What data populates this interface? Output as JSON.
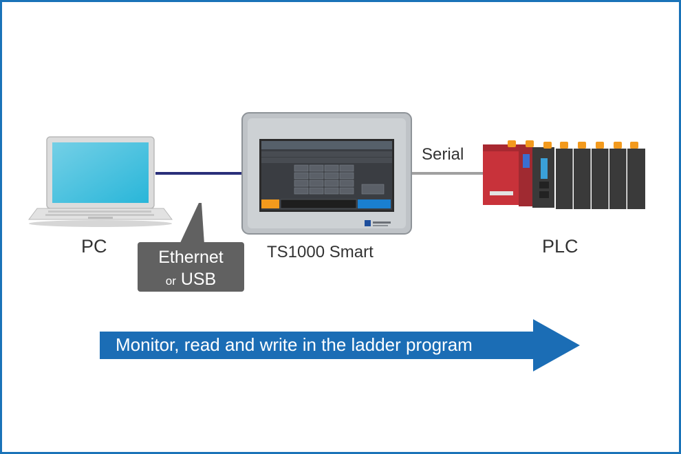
{
  "diagram": {
    "devices": {
      "pc_label": "PC",
      "hmi_label": "TS1000 Smart",
      "plc_label": "PLC"
    },
    "connections": {
      "pc_to_hmi": {
        "bubble_line1": "Ethernet",
        "bubble_or": "or",
        "bubble_line2": "USB"
      },
      "hmi_to_plc": {
        "label": "Serial"
      }
    },
    "arrow_caption": "Monitor, read and write in the ladder program"
  },
  "colors": {
    "frame": "#1a73b8",
    "arrow": "#1b6db5",
    "ethernet_line": "#2a2f7a",
    "serial_line": "#a0a0a0",
    "bubble": "#616161",
    "plc_red": "#c8323a",
    "plc_dark": "#3a3a3a",
    "plc_orange": "#f39a1d",
    "laptop_screen": "#29b6d9"
  },
  "icons": {
    "pc": "laptop-icon",
    "hmi": "touch-panel-icon",
    "plc": "plc-rack-icon"
  }
}
